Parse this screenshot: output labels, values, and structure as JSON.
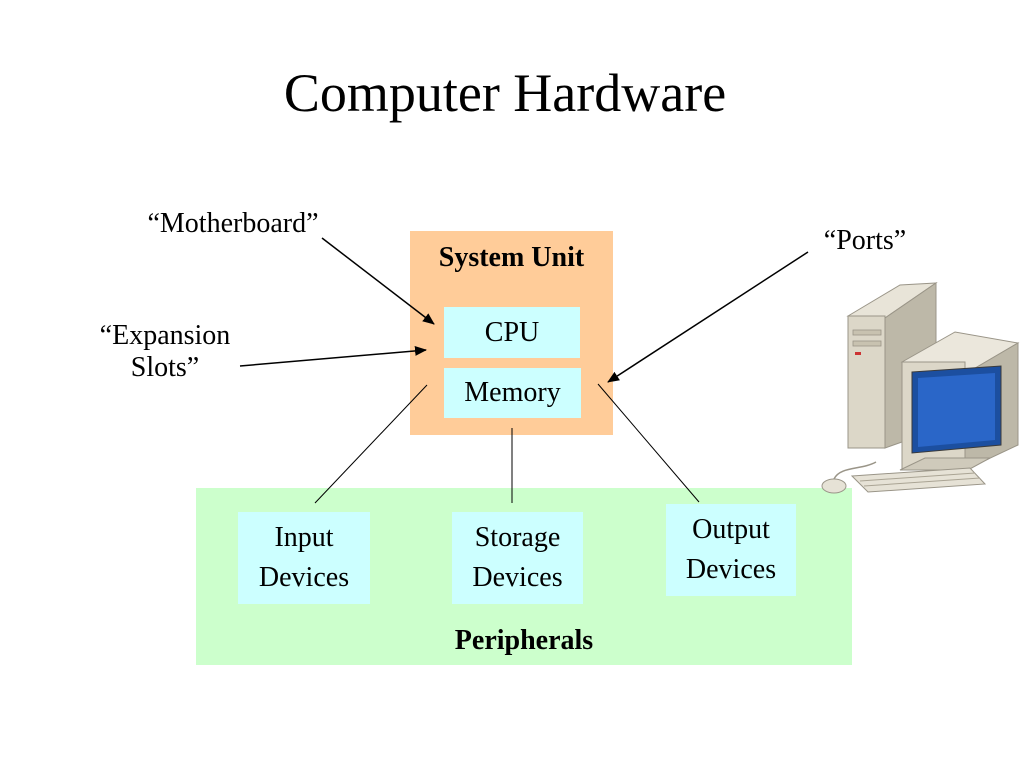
{
  "title": "Computer Hardware",
  "callouts": {
    "motherboard": "“Motherboard”",
    "expansion_line1": "“Expansion",
    "expansion_line2": "Slots”",
    "ports": "“Ports”"
  },
  "system_unit": {
    "label": "System Unit",
    "cpu": "CPU",
    "memory": "Memory",
    "fill_color": "#ffcc99"
  },
  "peripherals": {
    "label": "Peripherals",
    "fill_color": "#ccffcc",
    "devices": [
      {
        "line1": "Input",
        "line2": "Devices"
      },
      {
        "line1": "Storage",
        "line2": "Devices"
      },
      {
        "line1": "Output",
        "line2": "Devices"
      }
    ]
  },
  "box_color": "#ccffff",
  "illustration": "desktop-computer-icon"
}
